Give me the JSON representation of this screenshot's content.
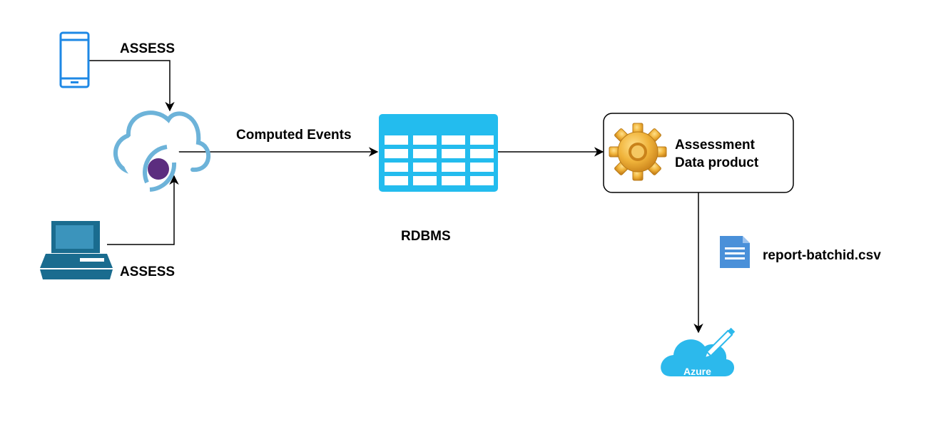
{
  "labels": {
    "assess_top": "ASSESS",
    "assess_bottom": "ASSESS",
    "computed_events": "Computed Events",
    "rdbms": "RDBMS",
    "product_line1": "Assessment",
    "product_line2": "Data product",
    "report_file": "report-batchid.csv",
    "azure": "Azure"
  },
  "colors": {
    "mobile_blue": "#1E88E5",
    "cloud_outline": "#6DB3D9",
    "cloud_dot": "#5C2D7F",
    "desktop_blue": "#1A6C8F",
    "table_blue": "#23BCEE",
    "gear_gold": "#E9A72A",
    "doc_blue": "#4A90D9",
    "azure_blue": "#2CB9EC",
    "line": "#000000"
  },
  "icons": [
    "mobile-icon",
    "cloud-icon",
    "desktop-computer-icon",
    "table-icon",
    "gear-icon",
    "document-icon",
    "azure-cloud-icon"
  ]
}
